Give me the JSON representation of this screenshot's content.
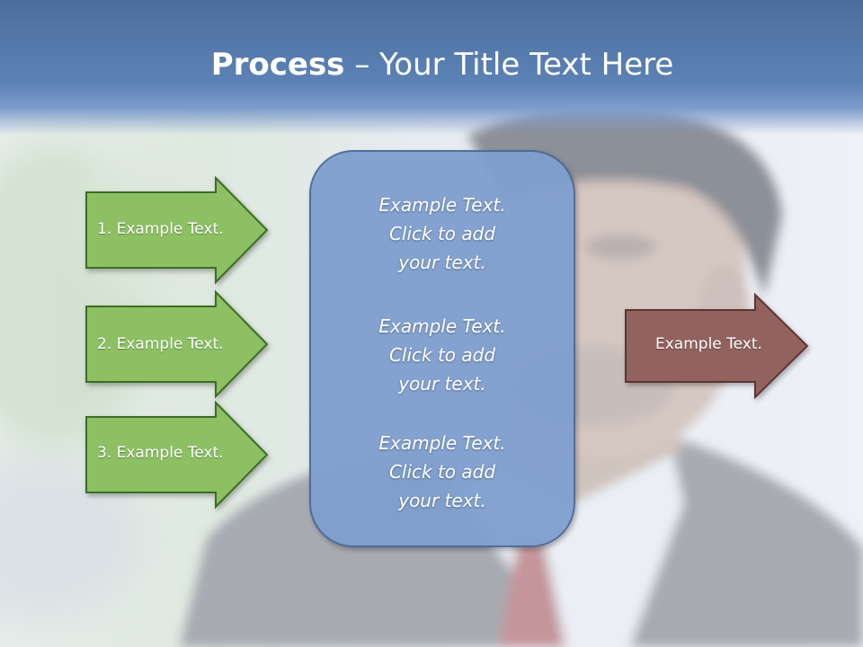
{
  "slide": {
    "title_bold": "Process",
    "title_rest": " – Your Title Text Here"
  },
  "left_arrows": [
    {
      "label": "1. Example Text."
    },
    {
      "label": "2. Example Text."
    },
    {
      "label": "3. Example Text."
    }
  ],
  "center_box": {
    "blocks": [
      {
        "lines": [
          "Example Text.",
          "Click  to add",
          "your text."
        ]
      },
      {
        "lines": [
          "Example Text.",
          "Click  to add",
          "your text."
        ]
      },
      {
        "lines": [
          "Example Text.",
          "Click  to add",
          "your text."
        ]
      }
    ]
  },
  "right_arrow": {
    "label": "Example Text."
  },
  "colors": {
    "title_band": "#5b81b5",
    "left_arrow_fill": "#8cc063",
    "left_arrow_stroke": "#3b6e22",
    "center_box_fill": "#7f9fcf",
    "center_box_stroke": "#4a6a98",
    "right_arrow_fill": "#92625f",
    "right_arrow_stroke": "#5c3533"
  }
}
